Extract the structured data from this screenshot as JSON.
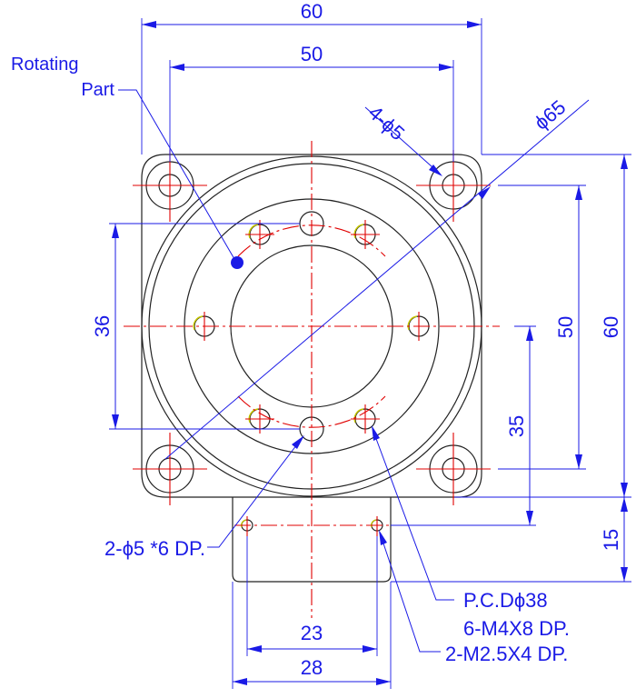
{
  "dimensions": {
    "top_overall": "60",
    "top_bolt_spacing": "50",
    "left_hole_spacing": "36",
    "right_bolt_spacing": "50",
    "right_overall": "60",
    "right_offset": "35",
    "right_tab": "15",
    "bottom_tab_holes": "23",
    "bottom_tab_width": "28"
  },
  "callouts": {
    "rotating_part_line1": "Rotating",
    "rotating_part_line2": "Part",
    "mount_holes": "4-ϕ5",
    "flange_diameter": "ϕ65",
    "pin_holes": "2-ϕ5 *6 DP.",
    "pcd": "P.C.Dϕ38",
    "tapped_holes": "6-M4X8 DP.",
    "small_tapped_holes": "2-M2.5X4 DP."
  },
  "colors": {
    "dimension": "#1a1ae6",
    "centerline": "#e00000",
    "outline": "#222222",
    "thread": "#c8c800"
  }
}
